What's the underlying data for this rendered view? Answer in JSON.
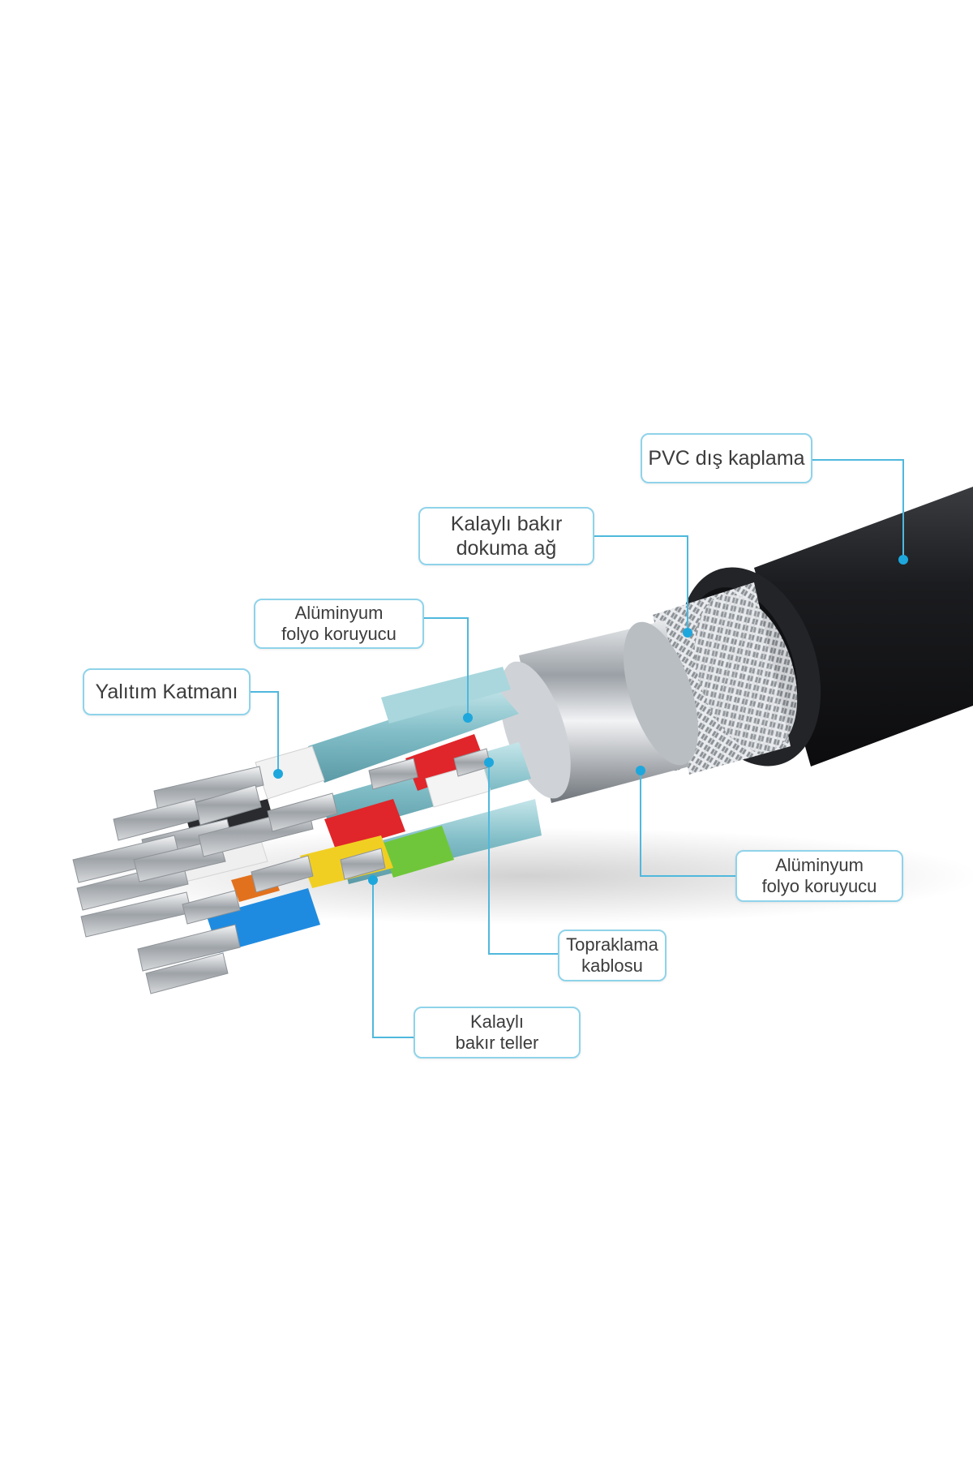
{
  "labels": {
    "pvc": {
      "lines": [
        "PVC dış kaplama"
      ]
    },
    "braid": {
      "lines": [
        "Kalaylı bakır",
        "dokuma ağ"
      ]
    },
    "foil_top": {
      "lines": [
        "Alüminyum",
        "folyo koruyucu"
      ]
    },
    "insulation": {
      "lines": [
        "Yalıtım Katmanı"
      ]
    },
    "foil_right": {
      "lines": [
        "Alüminyum",
        "folyo koruyucu"
      ]
    },
    "ground": {
      "lines": [
        "Topraklama",
        "kablosu"
      ]
    },
    "copper": {
      "lines": [
        "Kalaylı",
        "bakır teller"
      ]
    }
  },
  "colors": {
    "callout_border": "#8fd3ea",
    "leader_line": "#4fb8dc",
    "dot": "#1ea7dc",
    "jacket": "#1c1d20",
    "red": "#e0262a",
    "green": "#6fc63a",
    "yellow": "#f1cf22",
    "blue": "#1f8be0",
    "orange": "#e2711d",
    "cyan_pair": "#8cc9d2"
  },
  "icons": {
    "dot": "leader-dot-icon"
  }
}
